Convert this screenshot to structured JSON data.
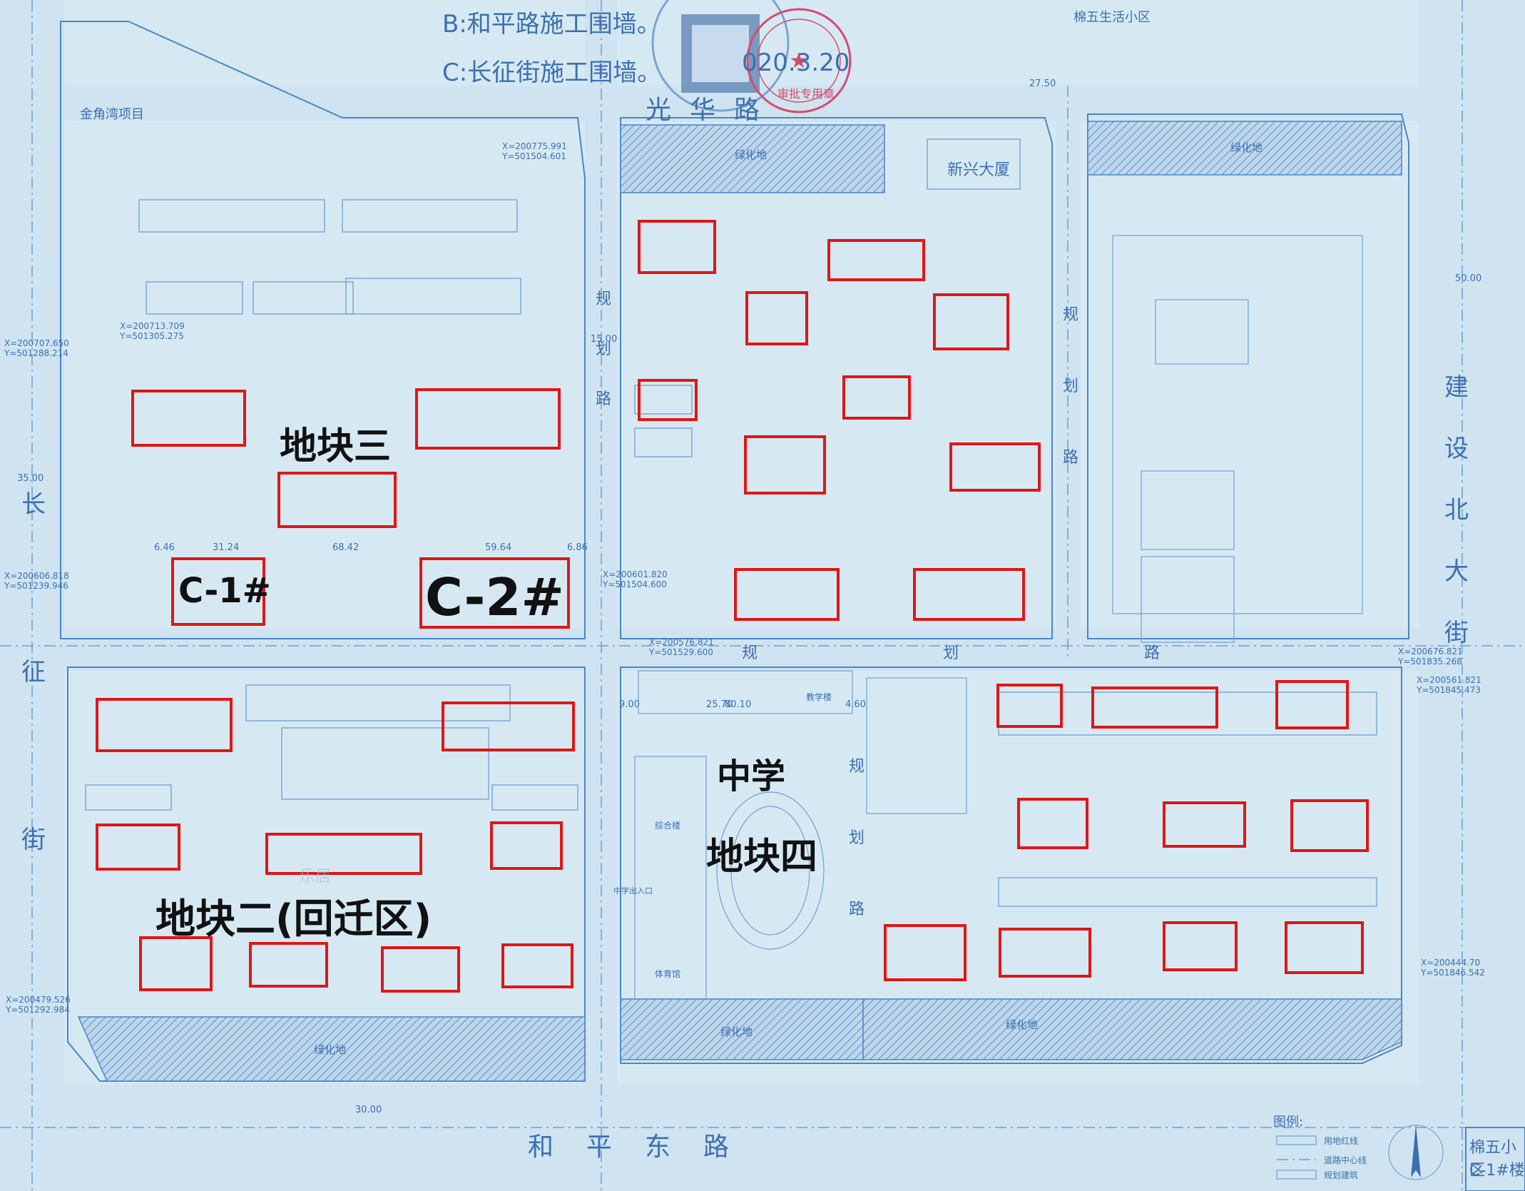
{
  "header": {
    "line_b": "B:和平路施工围墙。",
    "line_c": "C:长征街施工围墙。",
    "date": "020.3.20",
    "seal_label": "审批专用章"
  },
  "roads": {
    "top": "光华路",
    "bottom": "和平东路",
    "left": "长征街",
    "right": "建设北大街",
    "plan_v1": "规划路",
    "plan_h": "规划路",
    "plan_v2": "规划路",
    "plan_v3": "规划路"
  },
  "labels": {
    "jinjiaowan": "金角湾项目",
    "mianwu_shenghuo": "棉五生活小区",
    "xinxing": "新兴大厦",
    "plot3": "地块三",
    "c1": "C-1#",
    "c2": "C-2#",
    "school": "中学",
    "plot4": "地块四",
    "plot2": "地块二(回迁区)",
    "greenbelt": "绿化地",
    "jiaoxuelou": "教学楼",
    "zonghelou": "综合楼",
    "tiyuguan": "体育馆",
    "school_gate": "中学出入口"
  },
  "dimensions": {
    "d1": "6.46",
    "d2": "31.24",
    "d3": "68.42",
    "d4": "59.64",
    "d5": "6.86",
    "d6": "15.00",
    "d7": "35.00",
    "d8": "50.00",
    "d9": "27.50",
    "d10": "80.10",
    "d11": "25.70",
    "d12": "9.00",
    "d13": "4.60",
    "d14": "30.00"
  },
  "coords": {
    "c1": "X=200775.991",
    "c2": "Y=501504.601",
    "c3": "X=200713.709",
    "c4": "Y=501305.275",
    "c5": "X=200707.650",
    "c6": "Y=501288.214",
    "c7": "X=200601.820",
    "c8": "Y=501504.600",
    "c9": "X=200576.821",
    "c10": "Y=501529.600",
    "c11": "X=200676.821",
    "c12": "Y=501835.268",
    "c13": "X=200561.821",
    "c14": "Y=501845.473",
    "c15": "X=200479.526",
    "c16": "Y=501292.984",
    "c17": "X=200444.70",
    "c18": "Y=501846.542",
    "c19": "X=200606.818",
    "c20": "Y=501239.946"
  },
  "legend": {
    "title": "图例:",
    "item1": "用地红线",
    "item2": "道路中心线",
    "item3": "规划建筑"
  },
  "title_block": {
    "line1": "棉五小区",
    "line2": "C-1#楼"
  },
  "watermark": "乐居"
}
